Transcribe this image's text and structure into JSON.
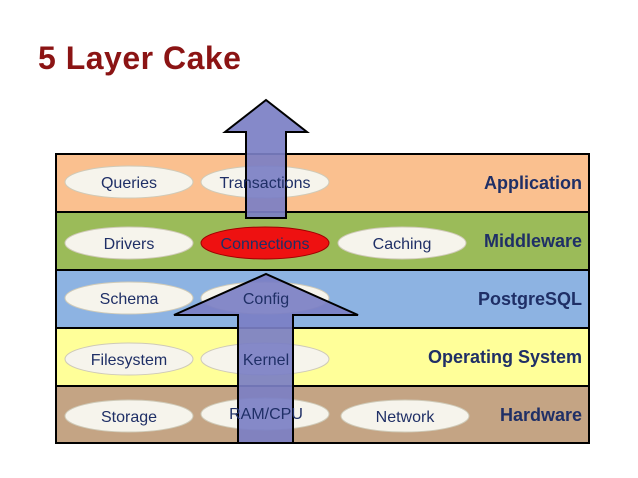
{
  "title": "5 Layer Cake",
  "colors": {
    "title": "#8b1414",
    "application": "#fac08f",
    "middleware": "#9bbb59",
    "postgresql": "#8db3e2",
    "operating_system": "#ffff99",
    "hardware": "#c4a484",
    "ellipse_fill": "#f6f4ec",
    "highlight": "#ee1111",
    "arrow_fill": "#7b7fc4",
    "label_text": "#1f2f66"
  },
  "layers": [
    {
      "name": "Application",
      "items": [
        "Queries",
        "Transactions"
      ]
    },
    {
      "name": "Middleware",
      "items": [
        "Drivers",
        "Connections",
        "Caching"
      ]
    },
    {
      "name": "PostgreSQL",
      "items": [
        "Schema",
        "Config"
      ]
    },
    {
      "name": "Operating System",
      "items": [
        "Filesystem",
        "Kernel"
      ]
    },
    {
      "name": "Hardware",
      "items": [
        "Storage",
        "RAM/CPU",
        "Network"
      ]
    }
  ]
}
